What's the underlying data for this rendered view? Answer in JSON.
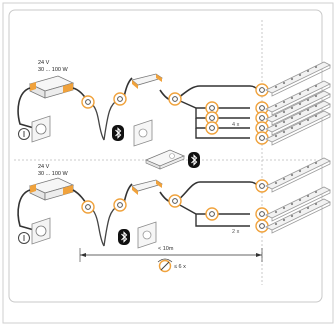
{
  "diagram": {
    "top": {
      "psu_voltage": "24 V",
      "psu_power": "30 ... 100 W",
      "multiplier": "4 x"
    },
    "bottom": {
      "psu_voltage": "24 V",
      "psu_power": "30 ... 100 W",
      "multiplier": "2 x",
      "distance_label": "< 10m",
      "max_devices": "≤ 6 x"
    },
    "colors": {
      "accent": "#f0a23c",
      "cable": "#333333",
      "frame": "#c9c9c9",
      "strip": "#dcdcdc"
    },
    "icons": [
      "power-supply-icon",
      "wall-socket-icon",
      "plug-icon",
      "bluetooth-icon",
      "wall-switch-icon",
      "remote-control-icon",
      "led-strip-icon",
      "connector-icon",
      "wireless-icon"
    ]
  }
}
